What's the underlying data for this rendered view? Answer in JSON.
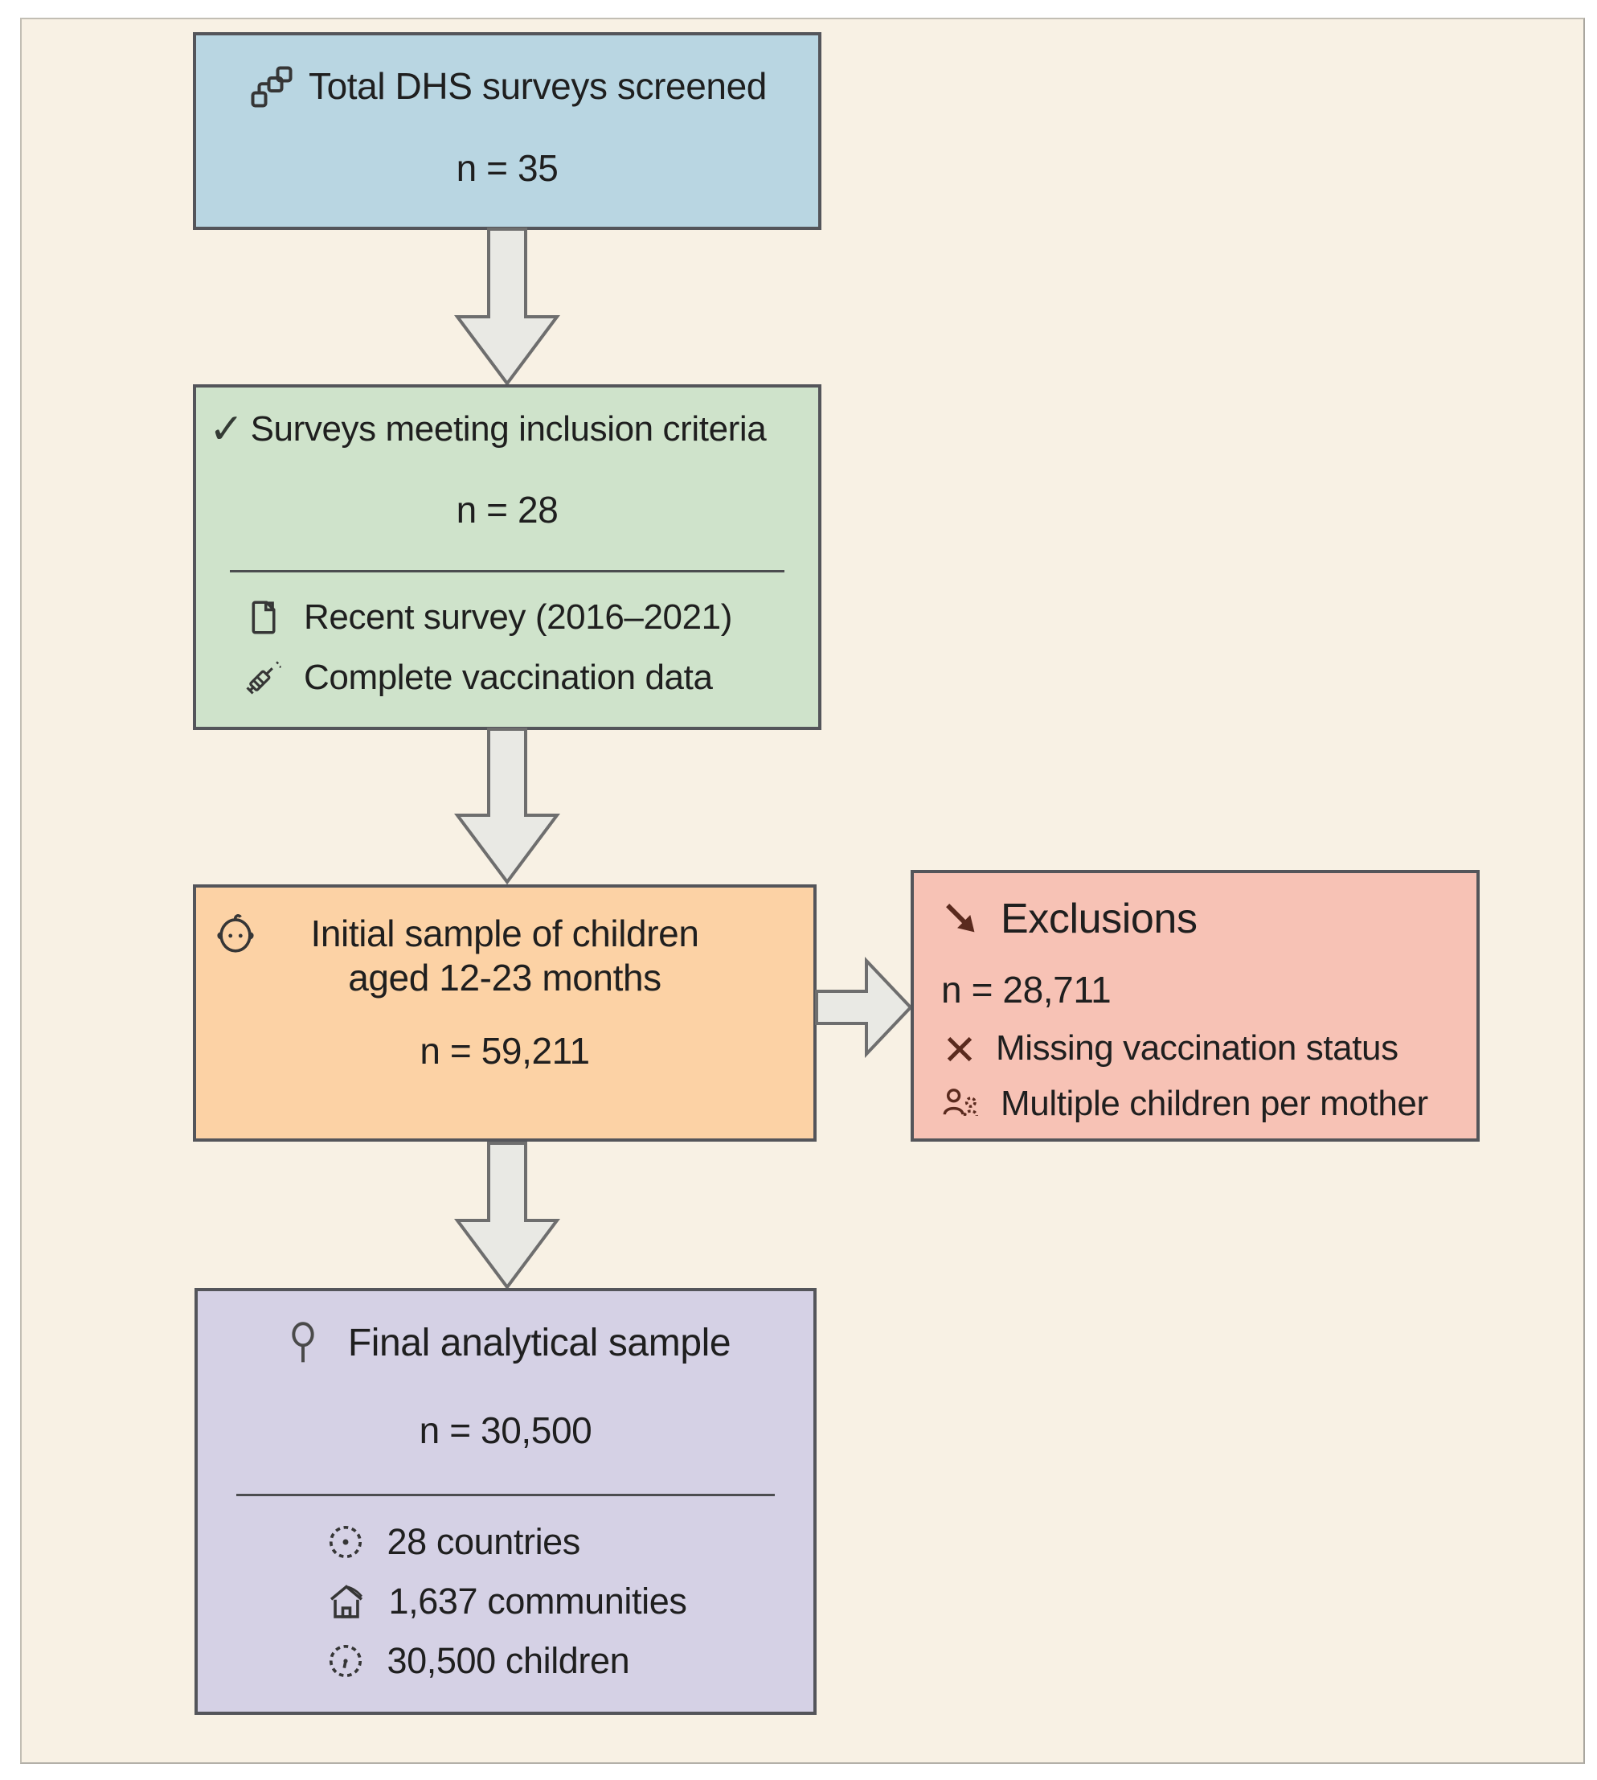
{
  "figure": {
    "type": "study-flow-diagram",
    "background_color": "#f8f1e4",
    "box_border_color": "#54555a",
    "arrow_fill_color": "#e9e9e4",
    "accent_maroon": "#5a2a1e"
  },
  "screened": {
    "title": "Total DHS surveys screened",
    "n": "n = 35",
    "color": "#b9d6e2"
  },
  "included": {
    "check": "✓",
    "title": "Surveys meeting inclusion criteria",
    "n": "n = 28",
    "item1": "Recent survey (2016–2021)",
    "item2": "Complete vaccination data",
    "color": "#cfe3cb"
  },
  "initial": {
    "title1": "Initial sample of children",
    "title2": "aged 12-23 months",
    "n": "n = 59,211",
    "color": "#fcd2a5"
  },
  "exclusions": {
    "title": "Exclusions",
    "n": "n = 28,711",
    "x_glyph": "✕",
    "item1": "Missing vaccination status",
    "item2": "Multiple children per mother",
    "color": "#f7c2b5"
  },
  "final": {
    "title": "Final analytical sample",
    "n": "n = 30,500",
    "item1": "28 countries",
    "item2": "1,637 communities",
    "item3": "30,500 children",
    "color": "#d5d1e5"
  },
  "icons": {
    "flowchart-icon": "linked squares",
    "check-icon": "✓",
    "document-icon": "page with folded corner",
    "syringe-icon": "syringe",
    "baby-icon": "baby face",
    "arrow-down-right-icon": "↘",
    "x-icon": "✕",
    "mother-child-icon": "mother with child",
    "balloon-icon": "balloon on string",
    "globe-icon": "dotted circle with dot",
    "house-icon": "house",
    "clock-icon": "dotted clock",
    "block-arrow": "⬇"
  }
}
